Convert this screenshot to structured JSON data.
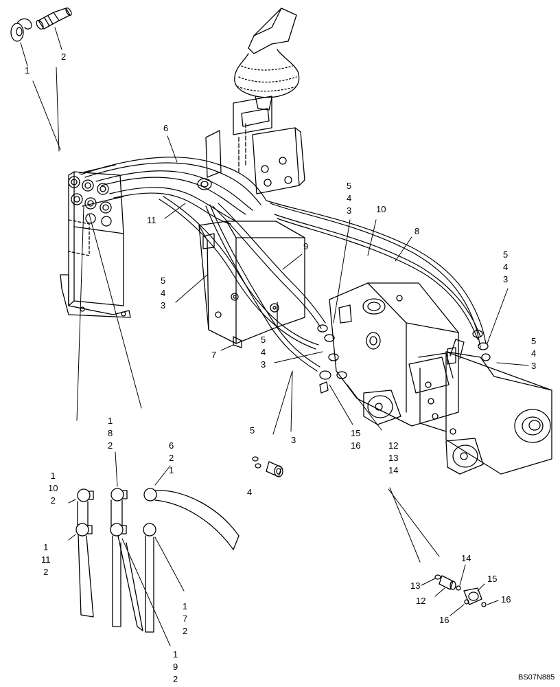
{
  "diagram": {
    "drawing_id": "BS07N885",
    "callouts": [
      {
        "id": "c-1-top",
        "text": "1"
      },
      {
        "id": "c-2-top",
        "text": "2"
      },
      {
        "id": "c-6",
        "text": "6"
      },
      {
        "id": "c-11",
        "text": "11"
      },
      {
        "id": "c-543-a",
        "text": "5\n4\n3"
      },
      {
        "id": "c-10",
        "text": "10"
      },
      {
        "id": "c-8",
        "text": "8"
      },
      {
        "id": "c-9",
        "text": "9"
      },
      {
        "id": "c-543-b",
        "text": "5\n4\n3"
      },
      {
        "id": "c-543-c",
        "text": "5\n4\n3"
      },
      {
        "id": "c-7",
        "text": "7"
      },
      {
        "id": "c-543-d",
        "text": "5\n4\n3"
      },
      {
        "id": "c-543-e",
        "text": "5\n4\n3"
      },
      {
        "id": "c-1516",
        "text": "15\n16"
      },
      {
        "id": "c-121314",
        "text": "12\n13\n14"
      },
      {
        "id": "c-5-det",
        "text": "5"
      },
      {
        "id": "c-3-det",
        "text": "3"
      },
      {
        "id": "c-4-det",
        "text": "4"
      },
      {
        "id": "c-182",
        "text": "1\n8\n2"
      },
      {
        "id": "c-621",
        "text": "6\n2\n1"
      },
      {
        "id": "c-1102",
        "text": "1\n10\n2"
      },
      {
        "id": "c-1112",
        "text": "1\n11\n2"
      },
      {
        "id": "c-172",
        "text": "1\n7\n2"
      },
      {
        "id": "c-192",
        "text": "1\n9\n2"
      },
      {
        "id": "c-14-det",
        "text": "14"
      },
      {
        "id": "c-13-det",
        "text": "13"
      },
      {
        "id": "c-15-det",
        "text": "15"
      },
      {
        "id": "c-12-det",
        "text": "12"
      },
      {
        "id": "c-16-det-r",
        "text": "16"
      },
      {
        "id": "c-16-det-l",
        "text": "16"
      }
    ]
  }
}
